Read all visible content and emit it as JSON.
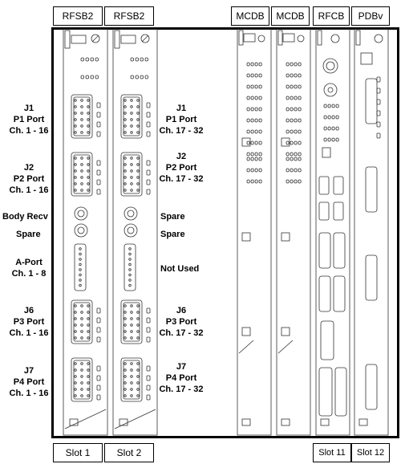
{
  "top_labels": [
    "RFSB2",
    "RFSB2",
    "MCDB",
    "MCDB",
    "RFCB",
    "PDBv"
  ],
  "bottom_labels": [
    "Slot 1",
    "Slot 2",
    "Slot 11",
    "Slot 12"
  ],
  "left_labels": [
    [
      "J1",
      "P1 Port",
      "Ch. 1 - 16"
    ],
    [
      "J2",
      "P2 Port",
      "Ch. 1 - 16"
    ],
    [
      "Body Recv"
    ],
    [
      "Spare"
    ],
    [
      "A-Port",
      "Ch. 1 - 8"
    ],
    [
      "J6",
      "P3 Port",
      "Ch. 1 - 16"
    ],
    [
      "J7",
      "P4 Port",
      "Ch. 1 - 16"
    ]
  ],
  "right_labels": [
    [
      "J1",
      "P1 Port",
      "Ch. 17 - 32"
    ],
    [
      "J2",
      "P2 Port",
      "Ch. 17 - 32"
    ],
    [
      "Spare"
    ],
    [
      "Spare"
    ],
    [
      "Not Used"
    ],
    [
      "J6",
      "P3 Port",
      "Ch. 17 - 32"
    ],
    [
      "J7",
      "P4 Port",
      "Ch. 17 - 32"
    ]
  ]
}
